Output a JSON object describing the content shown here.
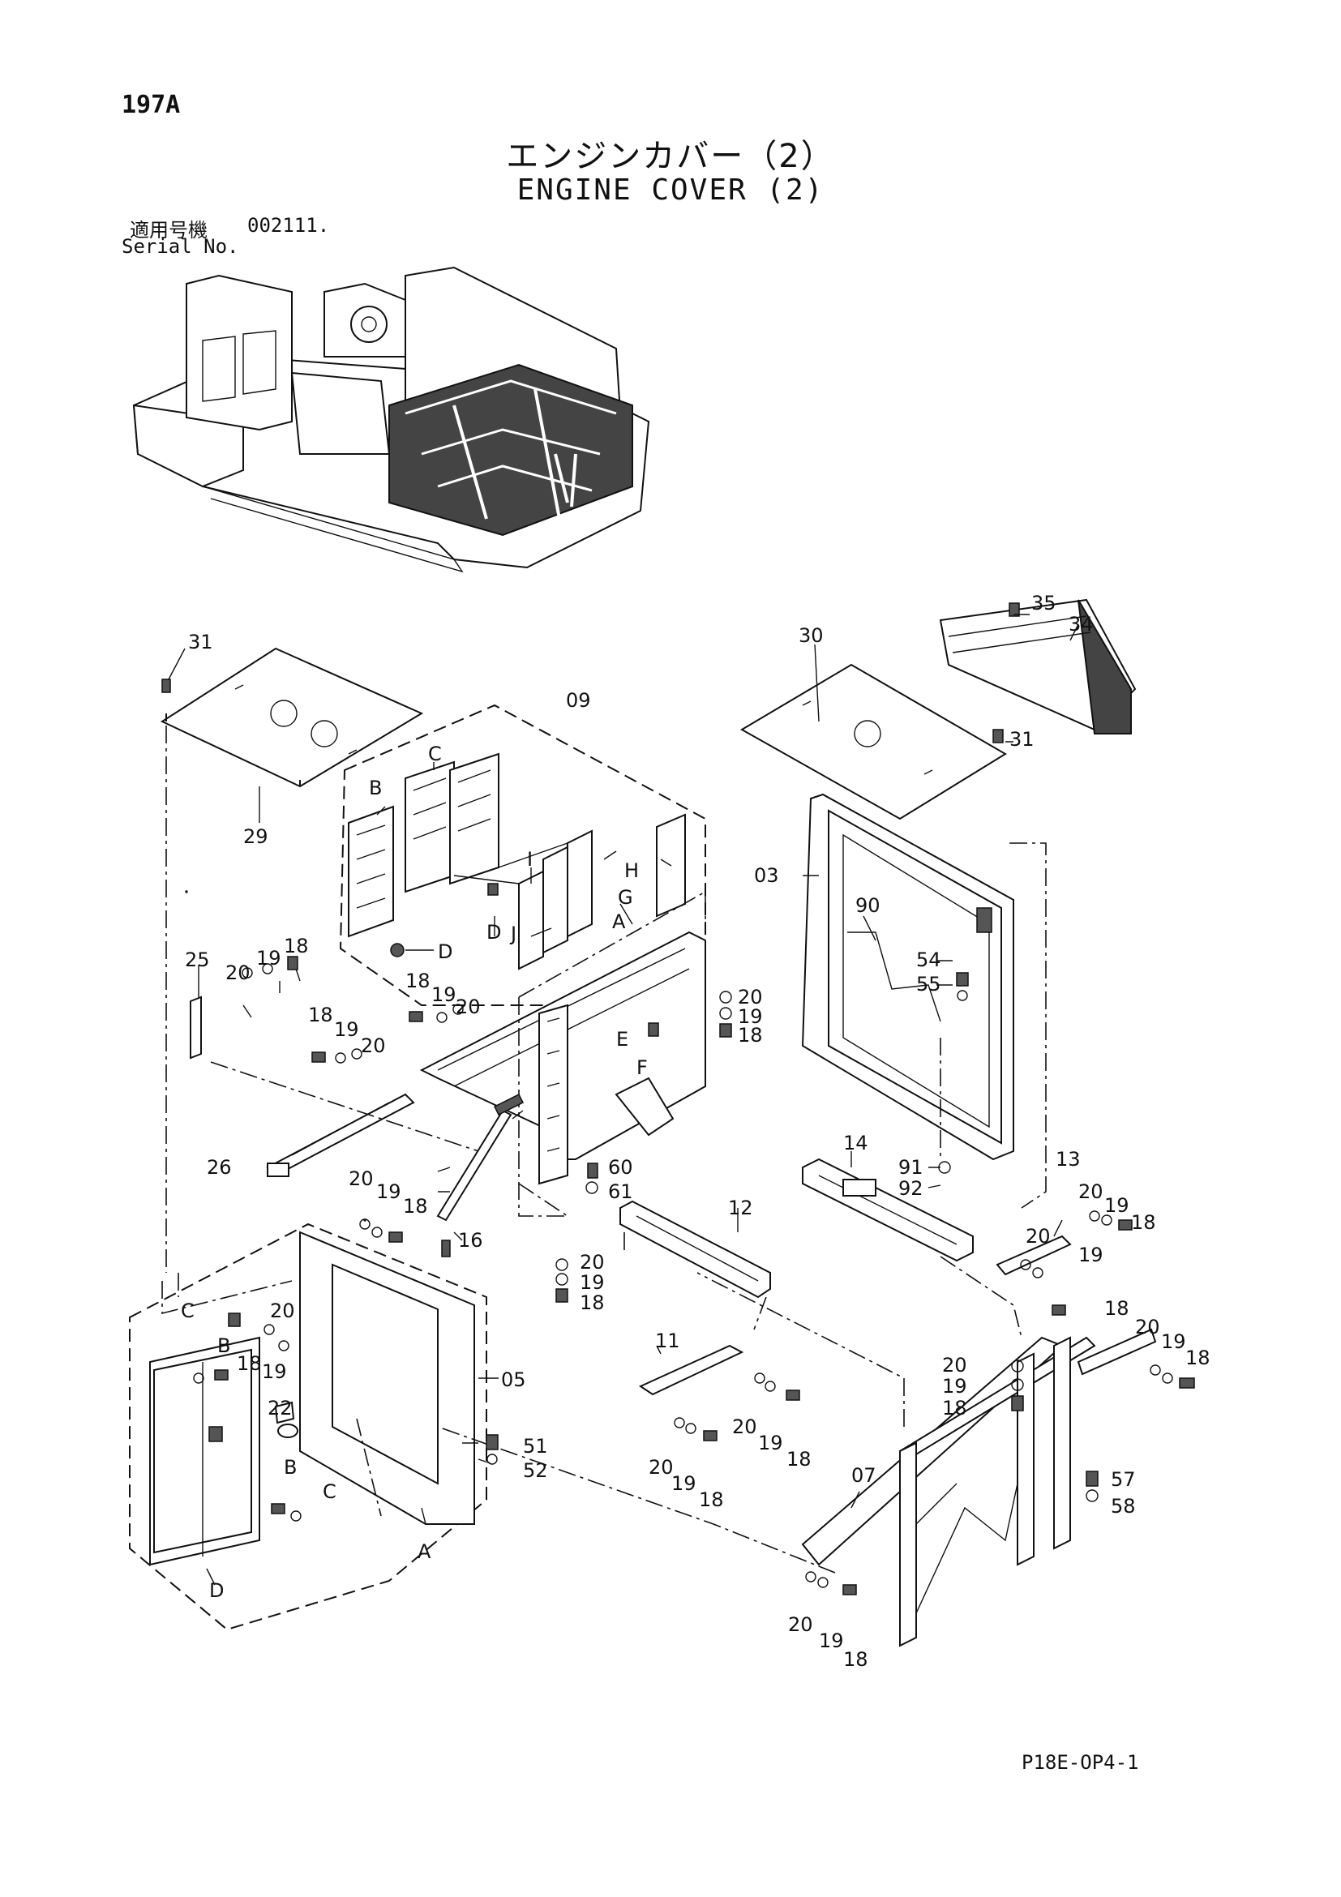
{
  "header": {
    "page_code": "197A",
    "title_ja": "エンジンカバー（2）",
    "title_en": "ENGINE COVER (2)",
    "serial_label_ja": "適用号機",
    "serial_value": "002111.",
    "serial_label_en": "Serial No."
  },
  "footer": {
    "doc_code": "P18E-OP4-1"
  },
  "callouts": {
    "c31a": "31",
    "c29": "29",
    "c09": "09",
    "cB1": "B",
    "cC1": "C",
    "cI": "I",
    "cH": "H",
    "cG": "G",
    "cD1": "D",
    "cD2": "D",
    "cJ": "J",
    "cA1": "A",
    "c25": "25",
    "c20a": "20",
    "c19a": "19",
    "c18a": "18",
    "c18b": "18",
    "c19b": "19",
    "c20b": "20",
    "c18c": "18",
    "c19c": "19",
    "c20c": "20",
    "cE": "E",
    "cF": "F",
    "c20d": "20",
    "c19d": "19",
    "c18d": "18",
    "c26": "26",
    "c16": "16",
    "c60": "60",
    "c61": "61",
    "c20e": "20",
    "c19e": "19",
    "c18e": "18",
    "c20f": "20",
    "c19f": "19",
    "c18f": "18",
    "c30": "30",
    "c35": "35",
    "c34": "34",
    "c31b": "31",
    "c03": "03",
    "c90": "90",
    "c54": "54",
    "c55": "55",
    "c91": "91",
    "c92": "92",
    "c14": "14",
    "c12": "12",
    "c13": "13",
    "c20g": "20",
    "c19g": "19",
    "c18g": "18",
    "c20h": "20",
    "c19h": "19",
    "c18h": "18",
    "cC2": "C",
    "cB2": "B",
    "c20i": "20",
    "c18i": "18",
    "c19i": "19",
    "c22": "22",
    "cB3": "B",
    "cC3": "C",
    "cD3": "D",
    "c05": "05",
    "cA2": "A",
    "c51": "51",
    "c52": "52",
    "c11": "11",
    "c20j": "20",
    "c19j": "19",
    "c18j": "18",
    "c20k": "20",
    "c19k": "19",
    "c18k": "18",
    "c20l": "20",
    "c19l": "19",
    "c18l": "18",
    "c20m": "20",
    "c19m": "19",
    "c18m": "18",
    "c07": "07",
    "c57": "57",
    "c58": "58",
    "c20n": "20",
    "c19n": "19",
    "c18n": "18"
  }
}
